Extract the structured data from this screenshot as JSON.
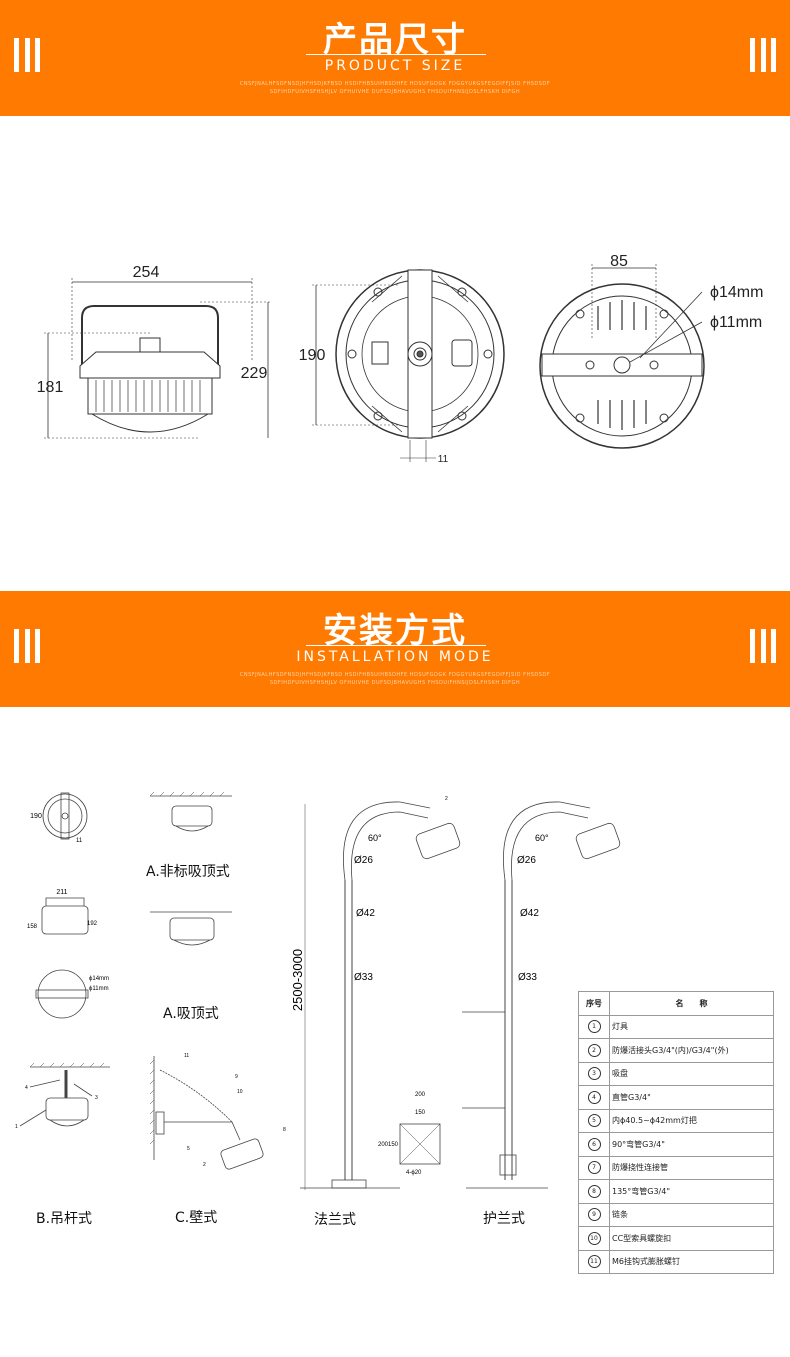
{
  "section1": {
    "title": "产品尺寸",
    "subtitle": "PRODUCT SIZE",
    "tiny_text": "CNSFJNALHFSDFNSDJHFHSDJKFBSD HSDIFHBSUIHBSDHFE HDSUFGDGK FDGGYURGSFEGDIFFJSID FHSDSDF SDFIHDFUIVHSFHSHJLV OFHUIVHE DUFSDJBHAVUGHS FHSDUIFHNSIJDSLFHSKH DIFGH"
  },
  "dims": {
    "d254": "254",
    "d181": "181",
    "d229": "229",
    "d190": "190",
    "d11": "11",
    "d85": "85",
    "phi14": "ϕ14mm",
    "phi11": "ϕ11mm"
  },
  "section2": {
    "title": "安装方式",
    "subtitle": "INSTALLATION MODE",
    "tiny_text": "CNSFJNALHFSDFNSDJHFHSDJKFBSD HSDIFHBSUIHBSDHFE HDSUFGDGK FDGGYURGSFEGDIFFJSID FHSDSDF SDFIHDFUIVHSFHSHJLV OFHUIVHE DUFSDJBHAVUGHS FHSDUIFHNSIJDSLFHSKH DIFGH"
  },
  "install": {
    "small": {
      "d190": "190",
      "d11": "11",
      "d211": "211",
      "d158": "158",
      "d192": "192",
      "phi14": "ϕ14mm",
      "phi11": "ϕ11mm"
    },
    "captions": {
      "a1": "A.非标吸顶式",
      "a2": "A.吸顶式",
      "b": "B.吊杆式",
      "c": "C.壁式",
      "flange": "法兰式",
      "guard": "护兰式"
    },
    "pole": {
      "angle": "60°",
      "d26": "Ø26",
      "d42": "Ø42",
      "d33": "Ø33",
      "height": "2500-3000",
      "base200a": "200",
      "base150a": "150",
      "base200b": "200",
      "base150b": "150",
      "holes": "4-ϕ20"
    },
    "callouts": [
      "2",
      "11",
      "9",
      "10",
      "8",
      "4",
      "3",
      "1",
      "5",
      "2"
    ]
  },
  "parts_table": {
    "header_no": "序号",
    "header_name": "名　　称",
    "rows": [
      {
        "no": "1",
        "name": "灯具"
      },
      {
        "no": "2",
        "name": "防爆活接头G3/4\"(内)/G3/4\"(外)"
      },
      {
        "no": "3",
        "name": "吸盘"
      },
      {
        "no": "4",
        "name": "直管G3/4\""
      },
      {
        "no": "5",
        "name": "内ϕ40.5~ϕ42mm灯把"
      },
      {
        "no": "6",
        "name": "90°弯管G3/4\""
      },
      {
        "no": "7",
        "name": "防爆挠性连接管"
      },
      {
        "no": "8",
        "name": "135°弯管G3/4\""
      },
      {
        "no": "9",
        "name": "链条"
      },
      {
        "no": "10",
        "name": "CC型索具螺旋扣"
      },
      {
        "no": "11",
        "name": "M6挂钩式膨胀螺钉"
      }
    ]
  }
}
